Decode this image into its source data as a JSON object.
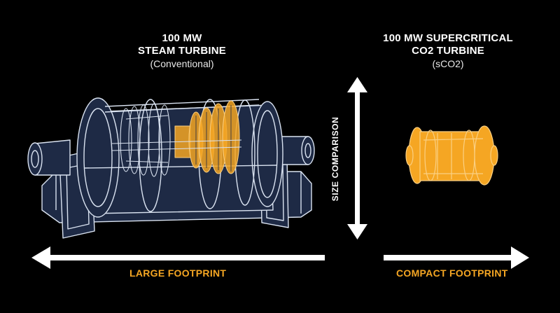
{
  "colors": {
    "background": "#000000",
    "navy": "#1e2a45",
    "outline": "#d9e2f0",
    "orange": "#f5a623",
    "arrow": "#ffffff",
    "label": "#f5a623"
  },
  "steam": {
    "title_line1": "100 MW",
    "title_line2": "STEAM TURBINE",
    "subtitle": "(Conventional)"
  },
  "sco2": {
    "title_line1": "100 MW SUPERCRITICAL",
    "title_line2": "CO2 TURBINE",
    "subtitle": "(sCO2)"
  },
  "size_comparison_label": "SIZE COMPARISON",
  "footprints": {
    "large": "LARGE FOOTPRINT",
    "compact": "COMPACT FOOTPRINT"
  }
}
